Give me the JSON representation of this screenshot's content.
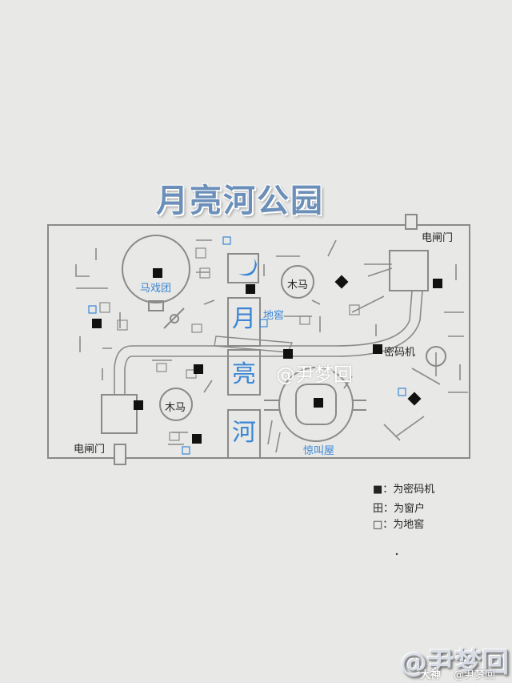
{
  "title": "月亮河公园",
  "labels": {
    "gate_top": "电闸门",
    "gate_bottom": "电闸门",
    "circus": "马戏团",
    "carousel_top": "木马",
    "carousel_bottom": "木马",
    "cellar": "地窖",
    "cipher": "密码机",
    "haunted_house": "惊叫屋",
    "river": [
      "月",
      "亮",
      "河"
    ]
  },
  "watermark_center": "@尹梦回",
  "legend": [
    {
      "symbol": "■",
      "text": "：为密码机"
    },
    {
      "symbol": "田",
      "text": "：为窗户"
    },
    {
      "symbol": "□",
      "text": "：为地窖"
    }
  ],
  "watermark_bottom": {
    "big": "@尹梦回",
    "brand": "大神",
    "handle": "@尹梦回"
  },
  "colors": {
    "background": "#e8e8e6",
    "lines": "#8a8a8a",
    "blue": "#3a86d6",
    "black": "#111111"
  }
}
